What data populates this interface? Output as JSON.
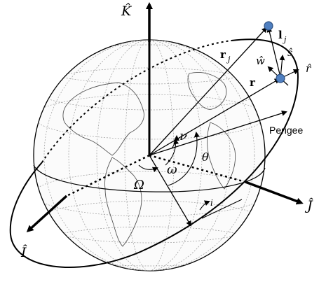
{
  "labels": {
    "K_axis": "K̂",
    "I_axis": "Î",
    "J_axis": "Ĵ",
    "r_j": "r",
    "r_j_sub": "j",
    "r": "r",
    "l_j": "l",
    "l_j_sub": "j",
    "s_hat": "ŝ",
    "w_hat": "ŵ",
    "r_hat": "r̂",
    "perigee": "Perigee",
    "nu": "ν",
    "theta": "θ",
    "omega": "ω",
    "Omega": "Ω",
    "inclination": "i"
  },
  "colors": {
    "ink": "#000000",
    "grid": "#8a8a8a",
    "land": "#555555",
    "satellite": "#4f7fc0",
    "satellite_edge": "#2d4f80"
  }
}
